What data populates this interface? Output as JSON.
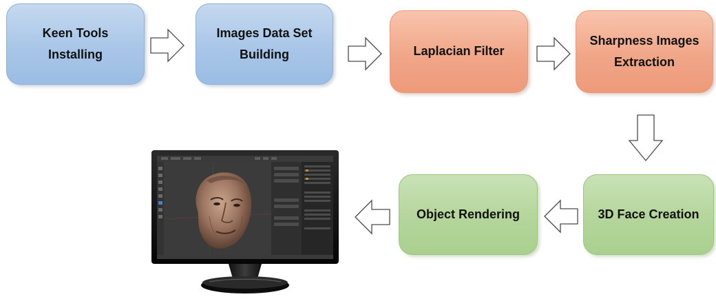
{
  "colors": {
    "blue_box": "#a9c6e8",
    "orange_box": "#f1a688",
    "green_box": "#b4d59b",
    "arrow_outline": "#4a4a4a"
  },
  "steps": [
    {
      "id": "keen-tools-installing",
      "label": "Keen Tools\nInstalling",
      "color": "blue"
    },
    {
      "id": "images-data-set-building",
      "label": "Images Data Set\nBuilding",
      "color": "blue"
    },
    {
      "id": "laplacian-filter",
      "label": "Laplacian Filter",
      "color": "orange"
    },
    {
      "id": "sharpness-images-extraction",
      "label": "Sharpness Images\nExtraction",
      "color": "orange"
    },
    {
      "id": "3d-face-creation",
      "label": "3D Face Creation",
      "color": "green"
    },
    {
      "id": "object-rendering",
      "label": "Object Rendering",
      "color": "green"
    }
  ],
  "arrows": [
    {
      "from": "keen-tools-installing",
      "to": "images-data-set-building",
      "direction": "right"
    },
    {
      "from": "images-data-set-building",
      "to": "laplacian-filter",
      "direction": "right"
    },
    {
      "from": "laplacian-filter",
      "to": "sharpness-images-extraction",
      "direction": "right"
    },
    {
      "from": "sharpness-images-extraction",
      "to": "3d-face-creation",
      "direction": "down"
    },
    {
      "from": "3d-face-creation",
      "to": "object-rendering",
      "direction": "left"
    },
    {
      "from": "object-rendering",
      "to": "monitor-render-output",
      "direction": "left"
    }
  ],
  "output_image": {
    "depicts": "monitor-with-rendered-3d-face-icon"
  }
}
